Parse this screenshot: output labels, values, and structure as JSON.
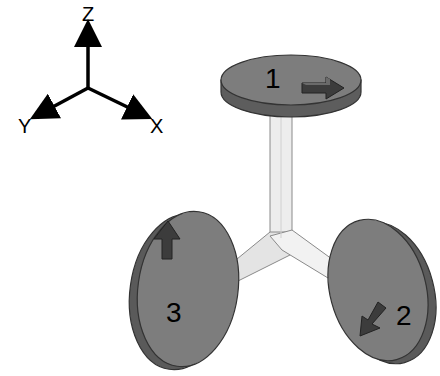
{
  "diagram": {
    "nodes": [
      {
        "text": [
          "1"
        ]
      },
      {
        "text": [
          "2"
        ]
      },
      {
        "text": [
          "3"
        ]
      }
    ],
    "labels": [
      "Z",
      "Y",
      "X"
    ]
  }
}
